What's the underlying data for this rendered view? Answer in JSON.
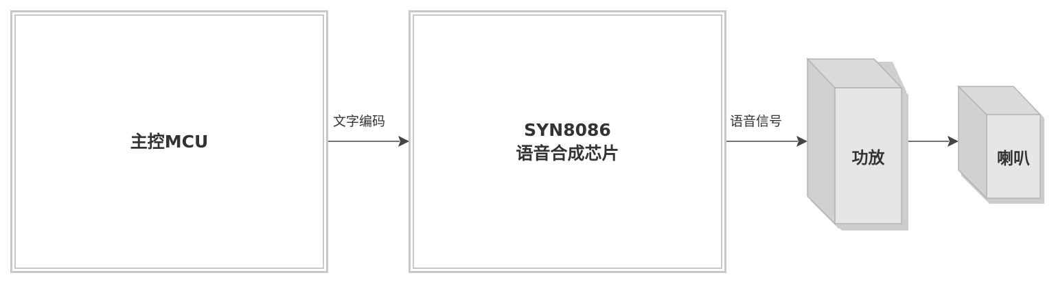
{
  "nodes": {
    "mcu": {
      "label": "主控MCU"
    },
    "tts_chip": {
      "label": "SYN8086\n语音合成芯片"
    },
    "amplifier": {
      "label": "功放"
    },
    "speaker": {
      "label": "喇叭"
    }
  },
  "edges": [
    {
      "from": "mcu",
      "to": "tts_chip",
      "label": "文字编码"
    },
    {
      "from": "tts_chip",
      "to": "amplifier",
      "label": "语音信号"
    },
    {
      "from": "amplifier",
      "to": "speaker",
      "label": ""
    }
  ],
  "colors": {
    "box_border": "#c8c8c8",
    "cube_front": "#e6e6e6",
    "cube_side": "#d0d0d0",
    "cube_stroke": "#b3b3b3",
    "arrow": "#444444",
    "text": "#333333"
  }
}
